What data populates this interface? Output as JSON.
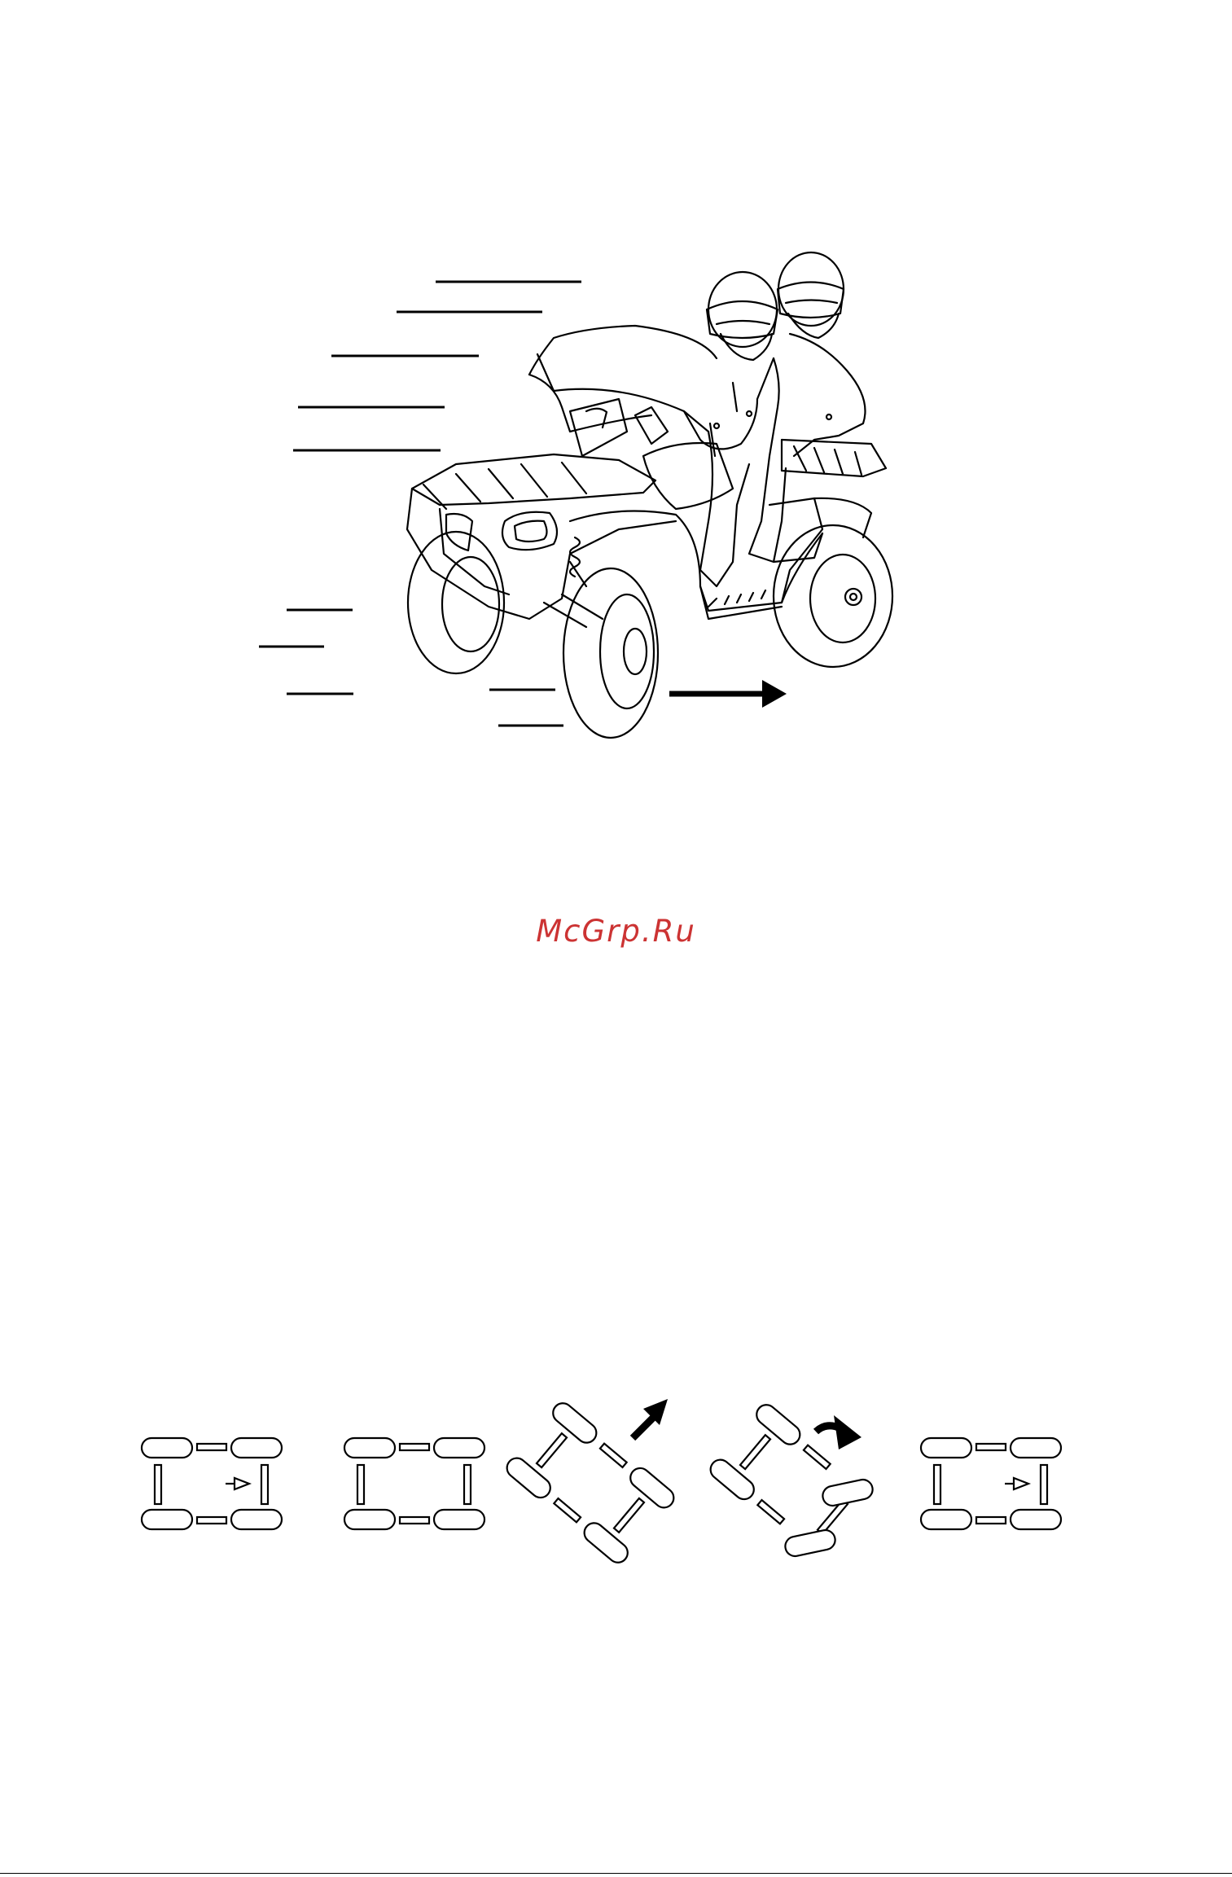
{
  "watermark": {
    "text": "McGrp.Ru",
    "color": "#cc3333"
  },
  "illustration": {
    "icon": "atv-two-riders-line-drawing",
    "direction_arrow": "arrow-right-icon"
  },
  "diagrams": [
    {
      "icon": "vehicle-top-view-straight-icon",
      "marker": "arrow-small-right"
    },
    {
      "icon": "vehicle-top-view-plain-icon",
      "marker": "none"
    },
    {
      "icon": "vehicle-top-view-angled-icon",
      "marker": "arrow-up-right"
    },
    {
      "icon": "vehicle-top-view-turning-icon",
      "marker": "arrow-curved-right"
    },
    {
      "icon": "vehicle-top-view-straight-icon",
      "marker": "arrow-small-right"
    }
  ],
  "colors": {
    "ink": "#000000",
    "paper": "#ffffff"
  }
}
